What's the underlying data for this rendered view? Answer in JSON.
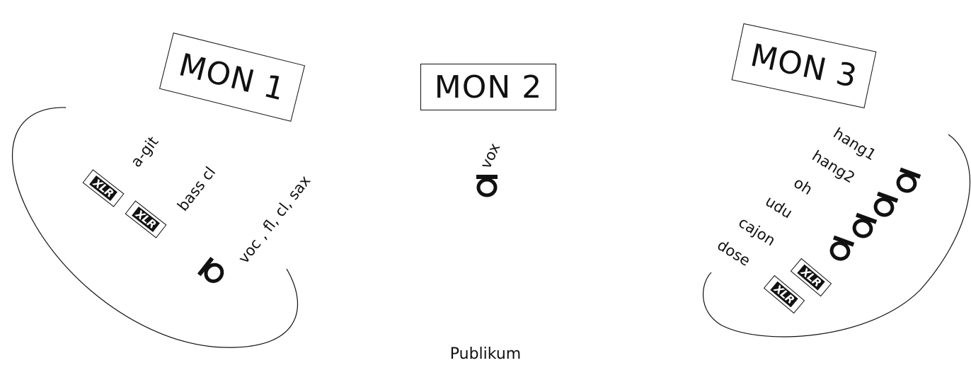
{
  "monitors": [
    {
      "id": "mon1",
      "label": "MON 1",
      "inputs": [
        {
          "kind": "text",
          "text": "a-git"
        },
        {
          "kind": "xlr",
          "text": "XLR"
        },
        {
          "kind": "text",
          "text": "bass cl"
        },
        {
          "kind": "xlr",
          "text": "XLR"
        },
        {
          "kind": "mic"
        },
        {
          "kind": "text",
          "text": "voc , fl, cl, sax"
        }
      ]
    },
    {
      "id": "mon2",
      "label": "MON 2",
      "inputs": [
        {
          "kind": "text",
          "text": "vox"
        },
        {
          "kind": "mic"
        }
      ]
    },
    {
      "id": "mon3",
      "label": "MON 3",
      "inputs": [
        {
          "kind": "text",
          "text": "hang1"
        },
        {
          "kind": "text",
          "text": "hang2"
        },
        {
          "kind": "text",
          "text": "oh"
        },
        {
          "kind": "text",
          "text": "udu"
        },
        {
          "kind": "text",
          "text": "cajon"
        },
        {
          "kind": "text",
          "text": "dose"
        },
        {
          "kind": "xlr",
          "text": "XLR"
        },
        {
          "kind": "xlr",
          "text": "XLR"
        },
        {
          "kind": "mic"
        },
        {
          "kind": "mic"
        },
        {
          "kind": "mic"
        },
        {
          "kind": "mic"
        }
      ]
    }
  ],
  "audience_label": "Publikum",
  "icons": {
    "mic": "microphone-icon",
    "xlr": "xlr-connector-icon"
  },
  "colors": {
    "ink": "#111111",
    "background": "#ffffff"
  }
}
